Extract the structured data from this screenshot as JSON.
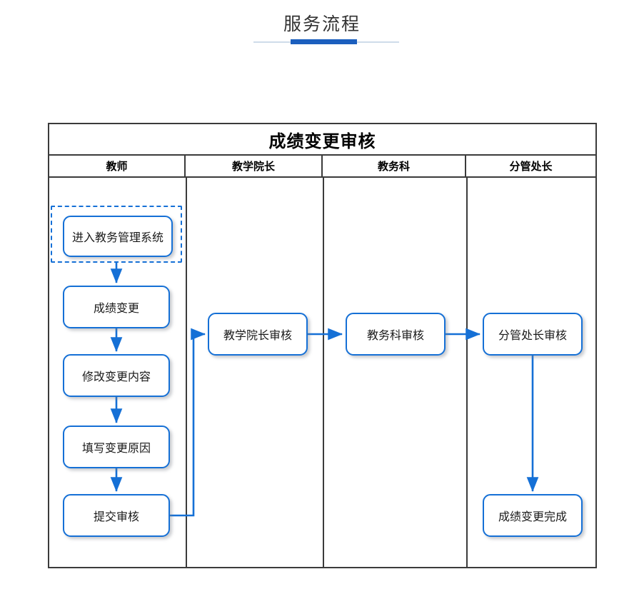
{
  "page": {
    "title": "服务流程"
  },
  "diagram": {
    "title": "成绩变更审核",
    "type": "swimlane-flowchart",
    "lanes": [
      {
        "id": "lane-teacher",
        "label": "教师"
      },
      {
        "id": "lane-dean",
        "label": "教学院长"
      },
      {
        "id": "lane-academic",
        "label": "教务科"
      },
      {
        "id": "lane-director",
        "label": "分管处长"
      }
    ],
    "nodes": [
      {
        "id": "n1",
        "lane": "lane-teacher",
        "label": "进入教务管理系统",
        "start": true
      },
      {
        "id": "n2",
        "lane": "lane-teacher",
        "label": "成绩变更"
      },
      {
        "id": "n3",
        "lane": "lane-teacher",
        "label": "修改变更内容"
      },
      {
        "id": "n4",
        "lane": "lane-teacher",
        "label": "填写变更原因"
      },
      {
        "id": "n5",
        "lane": "lane-teacher",
        "label": "提交审核"
      },
      {
        "id": "n6",
        "lane": "lane-dean",
        "label": "教学院长审核"
      },
      {
        "id": "n7",
        "lane": "lane-academic",
        "label": "教务科审核"
      },
      {
        "id": "n8",
        "lane": "lane-director",
        "label": "分管处长审核"
      },
      {
        "id": "n9",
        "lane": "lane-director",
        "label": "成绩变更完成"
      }
    ],
    "edges": [
      {
        "from": "n1",
        "to": "n2"
      },
      {
        "from": "n2",
        "to": "n3"
      },
      {
        "from": "n3",
        "to": "n4"
      },
      {
        "from": "n4",
        "to": "n5"
      },
      {
        "from": "n5",
        "to": "n6"
      },
      {
        "from": "n6",
        "to": "n7"
      },
      {
        "from": "n7",
        "to": "n8"
      },
      {
        "from": "n8",
        "to": "n9"
      }
    ]
  },
  "colors": {
    "accent_blue": "#1570d6",
    "title_accent": "#1b5fbe",
    "rule_light": "#cfdcea",
    "frame_black": "#3b3b3b"
  }
}
